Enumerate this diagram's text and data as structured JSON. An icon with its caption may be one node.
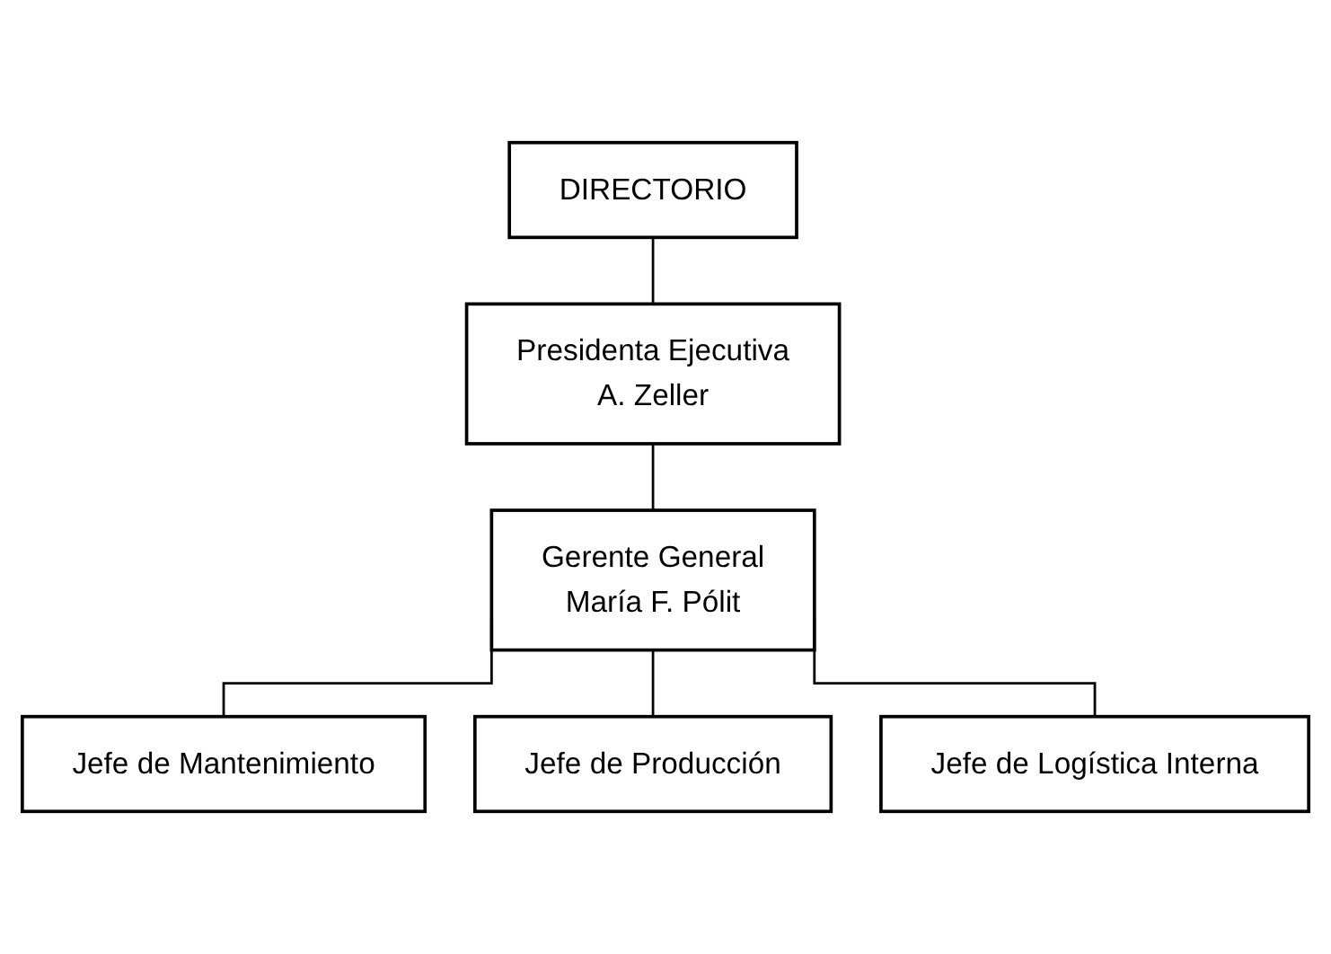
{
  "diagram": {
    "nodes": [
      {
        "text": [
          "DIRECTORIO"
        ]
      },
      {
        "text": [
          "Presidenta Ejecutiva",
          "A. Zeller"
        ]
      },
      {
        "text": [
          "Gerente General",
          "María F. Pólit"
        ]
      },
      {
        "text": [
          "Jefe de Mantenimiento"
        ]
      },
      {
        "text": [
          "Jefe de Producción"
        ]
      },
      {
        "text": [
          "Jefe de Logística Interna"
        ]
      }
    ],
    "edges": [
      {
        "from": 0,
        "to": 1,
        "arrow": "none"
      },
      {
        "from": 1,
        "to": 2,
        "arrow": "none"
      },
      {
        "from": 2,
        "to": 3,
        "arrow": "none"
      },
      {
        "from": 2,
        "to": 4,
        "arrow": "none"
      },
      {
        "from": 2,
        "to": 5,
        "arrow": "none"
      }
    ]
  }
}
